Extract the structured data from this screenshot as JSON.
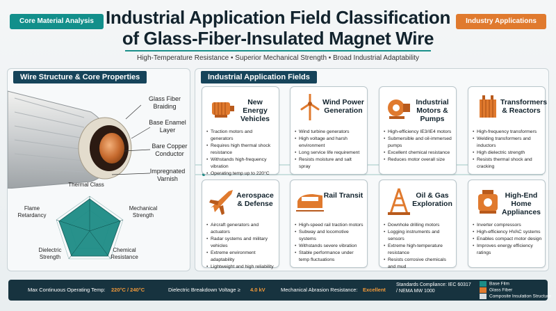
{
  "header": {
    "left_tag": "Core Material Analysis",
    "right_tag": "Industry Applications",
    "title_line1": "Industrial Application Field Classification",
    "title_line2": "of Glass-Fiber-Insulated Magnet Wire",
    "subtitle": "High-Temperature Resistance • Superior Mechanical Strength • Broad Industrial Adaptability"
  },
  "wire_panel": {
    "heading": "Wire Structure & Core Properties",
    "labels": {
      "glass_fiber": "Glass Fiber Braiding",
      "enamel": "Base Enamel Layer",
      "copper": "Bare Copper Conductor",
      "varnish": "Impregnated Varnish"
    },
    "radar_axes": [
      "Thermal Class",
      "Mechanical Strength",
      "Chemical Resistance",
      "Dielectric Strength",
      "Flame Retardancy"
    ],
    "colors": {
      "teal": "#1d8c86",
      "copper": "#c66a2e"
    }
  },
  "apps_panel": {
    "heading": "Industrial Application Fields",
    "cards": [
      {
        "title": "New Energy Vehicles",
        "icon": "motor-icon",
        "bullets": [
          "Traction motors and generators",
          "Requires high thermal shock resistance",
          "Withstands high-frequency vibration",
          "Operating temp up to 220°C"
        ]
      },
      {
        "title": "Wind Power Generation",
        "icon": "wind-turbine-icon",
        "bullets": [
          "Wind turbine generators",
          "High voltage and harsh environment",
          "Long service life requirement",
          "Resists moisture and salt spray"
        ]
      },
      {
        "title": "Industrial Motors & Pumps",
        "icon": "industrial-motor-icon",
        "bullets": [
          "High-efficiency IE3/IE4 motors",
          "Submersible and oil-immersed pumps",
          "Excellent chemical resistance",
          "Reduces motor overall size"
        ]
      },
      {
        "title": "Transformers & Reactors",
        "icon": "transformer-icon",
        "bullets": [
          "High-frequency transformers",
          "Welding transformers and inductors",
          "High dielectric strength",
          "Resists thermal shock and cracking"
        ]
      },
      {
        "title": "Aerospace & Defense",
        "icon": "jet-icon",
        "bullets": [
          "Aircraft generators and actuators",
          "Radar systems and military vehicles",
          "Extreme environment adaptability",
          "Lightweight and high reliability"
        ]
      },
      {
        "title": "Rail Transit",
        "icon": "train-icon",
        "bullets": [
          "High-speed rail traction motors",
          "Subway and locomotive systems",
          "Withstands severe vibration",
          "Stable performance under temp fluctuations"
        ]
      },
      {
        "title": "Oil & Gas Exploration",
        "icon": "oil-rig-icon",
        "bullets": [
          "Downhole drilling motors",
          "Logging instruments and sensors",
          "Extreme high-temperature resistance",
          "Resists corrosive chemicals and mud"
        ]
      },
      {
        "title": "High-End Home Appliances",
        "icon": "compressor-icon",
        "bullets": [
          "Inverter compressors",
          "High-efficiency HVAC systems",
          "Enables compact motor design",
          "Improves energy efficiency ratings"
        ]
      }
    ]
  },
  "footer": {
    "temp_label": "Max Continuous Operating Temp:",
    "temp_value": "220°C / 240°C",
    "voltage_label": "Dielectric Breakdown Voltage ≥",
    "voltage_value": "4.0 kV",
    "abrasion_label": "Mechanical Abrasion Resistance:",
    "abrasion_value": "Excellent",
    "standards": "Standards Compliance: IEC 60317 / NEMA MW 1000",
    "legend": [
      "Base Film",
      "Glass Fiber",
      "Composite Insulation Structure"
    ],
    "legend_colors": [
      "#1d8c86",
      "#e07a2e",
      "#d9dde0"
    ]
  }
}
